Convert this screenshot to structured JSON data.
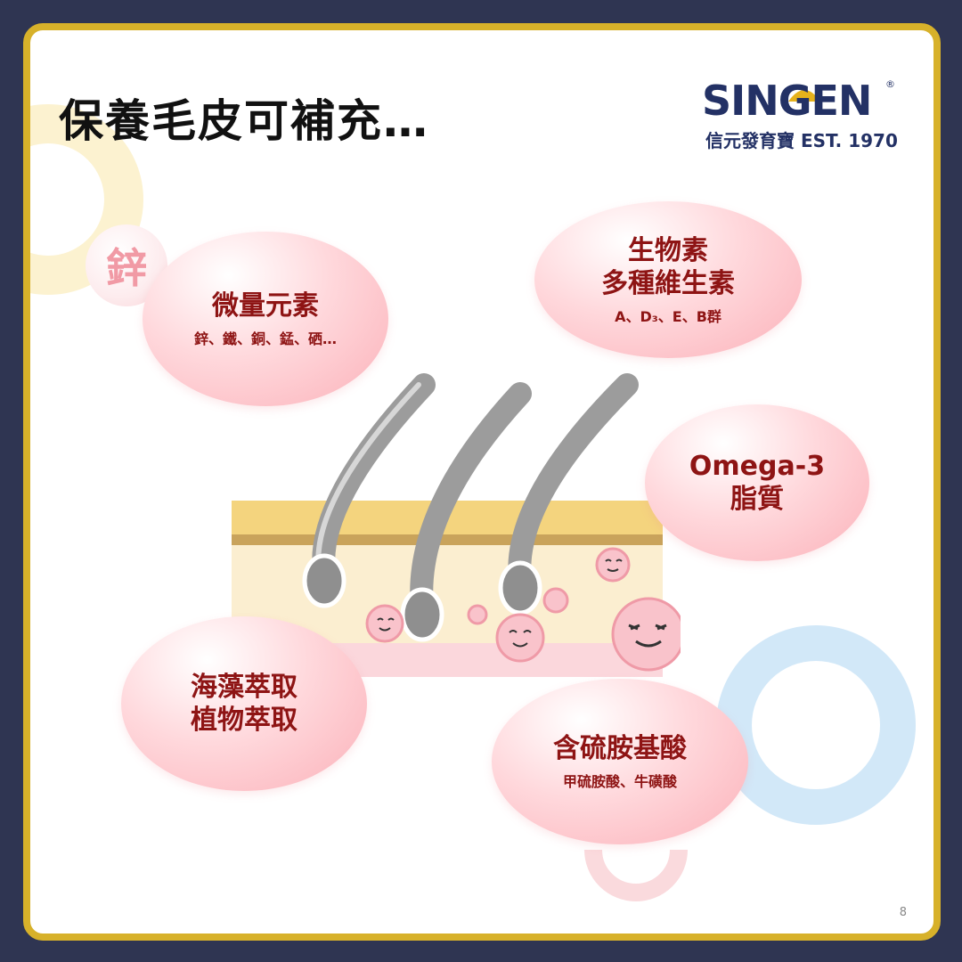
{
  "title": "保養毛皮可補充…",
  "logo": {
    "wordmark": "SINGEN",
    "registered": "®",
    "subtitle": "信元發育寶 EST. 1970"
  },
  "badge": {
    "label": "鋅"
  },
  "bubbles": [
    {
      "title": "微量元素",
      "subtitle": "鋅、鐵、銅、錳、硒…"
    },
    {
      "title_line1": "生物素",
      "title_line2": "多種維生素",
      "subtitle": "A、D₃、E、B群"
    },
    {
      "title_line1": "Omega-3",
      "title_line2": "脂質"
    },
    {
      "title_line1": "海藻萃取",
      "title_line2": "植物萃取"
    },
    {
      "title": "含硫胺基酸",
      "subtitle": "甲硫胺酸、牛磺酸"
    }
  ],
  "page_number": "8",
  "colors": {
    "frame": "#d7b12a",
    "background": "#2f3552",
    "bubble_text": "#8e1414",
    "brand": "#233165"
  }
}
